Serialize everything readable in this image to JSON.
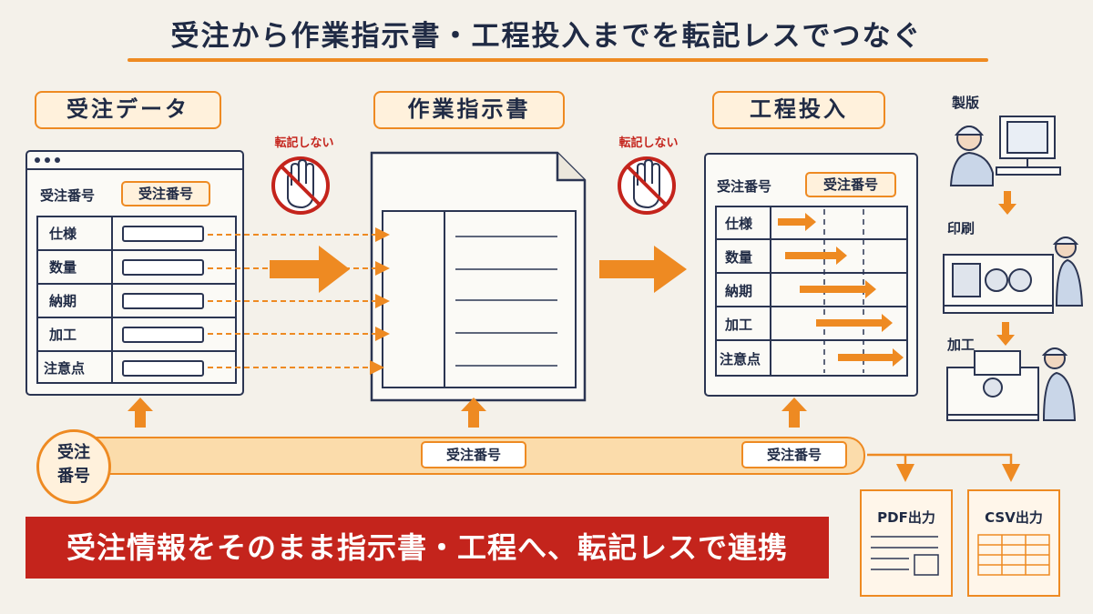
{
  "title": "受注から作業指示書・工程投入までを転記レスでつなぐ",
  "sections": {
    "order_data": "受注データ",
    "work_order": "作業指示書",
    "process_input": "工程投入"
  },
  "no_transcription": "転記しない",
  "order_number": "受注番号",
  "fields": [
    "仕様",
    "数量",
    "納期",
    "加工",
    "注意点"
  ],
  "process_fields": [
    "仕様",
    "数量",
    "納期",
    "加工",
    "注意点"
  ],
  "pipeline_label": "受注番号",
  "pipeline_circle": "受注番号",
  "steps": [
    "製版",
    "印刷",
    "加工"
  ],
  "outputs": [
    "PDF出力",
    "CSV出力"
  ],
  "banner": "受注情報をそのまま指示書・工程へ、転記レスで連携",
  "colors": {
    "accent": "#ee8a22",
    "navy": "#1f2a44",
    "red": "#c4241c",
    "cream": "#fff1dc"
  }
}
